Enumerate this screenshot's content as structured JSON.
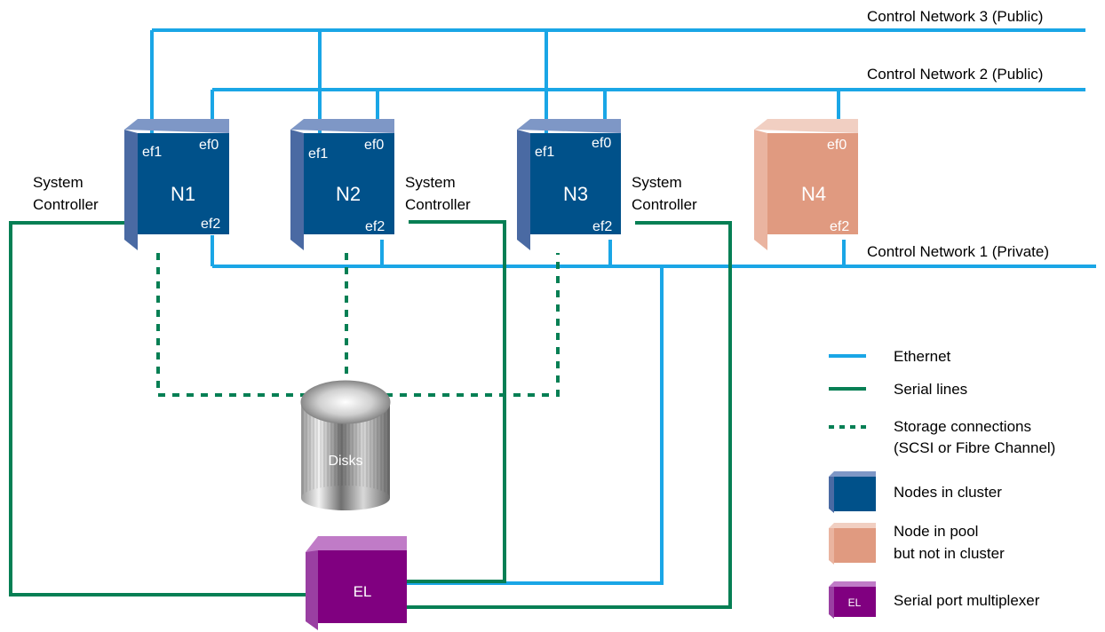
{
  "networks": {
    "net3": "Control Network 3 (Public)",
    "net2": "Control Network 2 (Public)",
    "net1": "Control Network 1 (Private)"
  },
  "nodes": {
    "n1": {
      "label": "N1",
      "ports": [
        "ef1",
        "ef0",
        "ef2"
      ]
    },
    "n2": {
      "label": "N2",
      "ports": [
        "ef1",
        "ef0",
        "ef2"
      ]
    },
    "n3": {
      "label": "N3",
      "ports": [
        "ef1",
        "ef0",
        "ef2"
      ]
    },
    "n4": {
      "label": "N4",
      "ports": [
        "ef0",
        "ef2"
      ]
    }
  },
  "system_controller": {
    "line1": "System",
    "line2": "Controller"
  },
  "disks": {
    "label": "Disks"
  },
  "multiplexer": {
    "label": "EL"
  },
  "legend": {
    "ethernet": "Ethernet",
    "serial": "Serial lines",
    "storage_line1": "Storage connections",
    "storage_line2": "(SCSI or Fibre Channel)",
    "nodes_in_cluster": "Nodes in cluster",
    "pool_line1": "Node in pool",
    "pool_line2": "but not in cluster",
    "mux_icon_label": "EL",
    "mux": "Serial port multiplexer"
  },
  "colors": {
    "ethernet": "#1aa6e6",
    "serial": "#067f54",
    "node_cluster": "#00518a",
    "node_pool": "#e09a80",
    "multiplexer": "#800080"
  }
}
